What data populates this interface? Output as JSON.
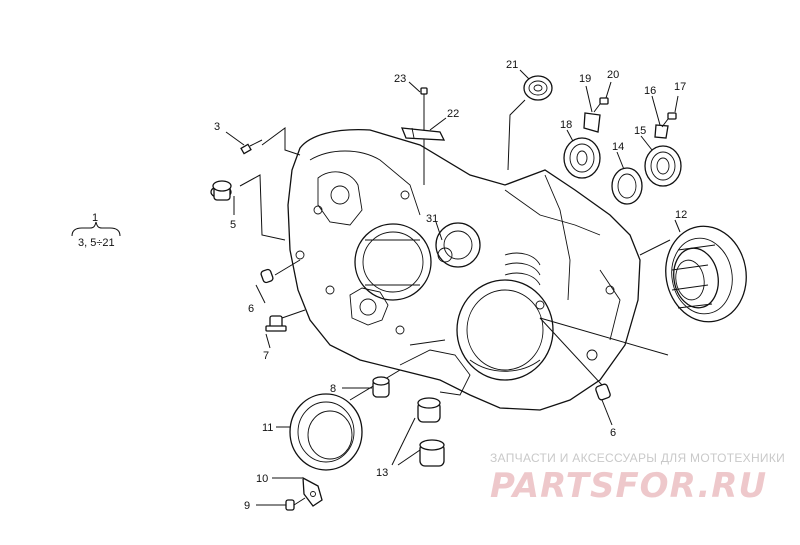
{
  "labels": {
    "l1": "1",
    "l1sub": "3, 5÷21",
    "l3": "3",
    "l5": "5",
    "l6a": "6",
    "l6b": "6",
    "l7": "7",
    "l8": "8",
    "l9": "9",
    "l10": "10",
    "l11": "11",
    "l12": "12",
    "l13": "13",
    "l14": "14",
    "l15": "15",
    "l16": "16",
    "l17": "17",
    "l18": "18",
    "l19": "19",
    "l20": "20",
    "l21": "21",
    "l22": "22",
    "l23": "23",
    "l31": "31"
  },
  "watermark": {
    "subtitle": "ЗАПЧАСТИ И АКСЕССУАРЫ ДЛЯ МОТОТЕХНИКИ",
    "brand": "PARTSFOR.RU",
    "color": "#d9737c"
  }
}
